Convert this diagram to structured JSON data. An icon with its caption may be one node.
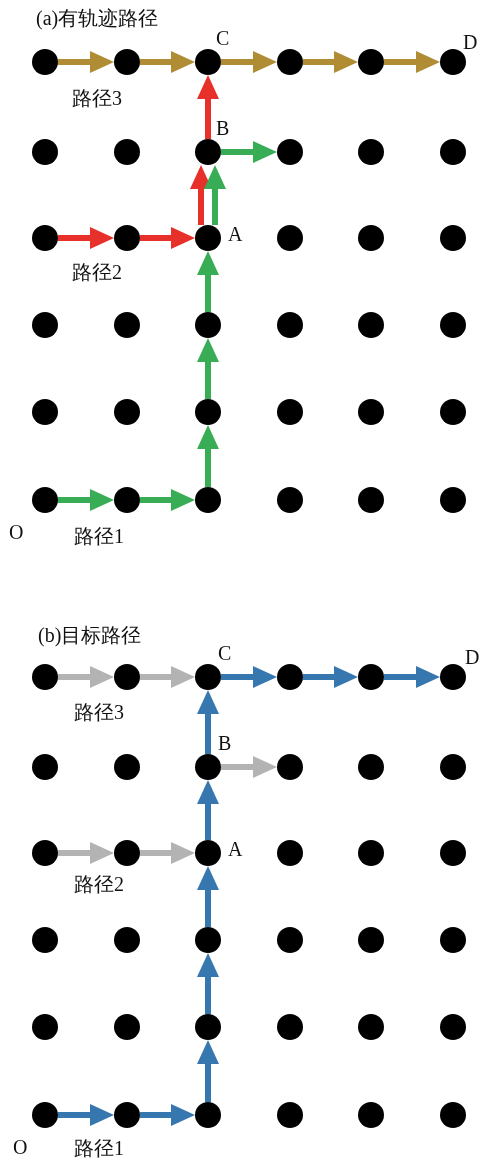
{
  "diagram": {
    "nodes": [
      {
        "text": [],
        "shape": "circle"
      },
      {
        "text": [],
        "shape": "circle"
      },
      {
        "text": [],
        "shape": "circle",
        "beside": [
          "C"
        ]
      },
      {
        "text": [],
        "shape": "circle"
      },
      {
        "text": [],
        "shape": "circle"
      },
      {
        "text": [],
        "shape": "circle",
        "beside": [
          "D"
        ]
      },
      {
        "text": [],
        "shape": "circle"
      },
      {
        "text": [],
        "shape": "circle"
      },
      {
        "text": [],
        "shape": "circle",
        "beside": [
          "B"
        ]
      },
      {
        "text": [],
        "shape": "circle"
      },
      {
        "text": [],
        "shape": "circle"
      },
      {
        "text": [],
        "shape": "circle"
      },
      {
        "text": [],
        "shape": "circle"
      },
      {
        "text": [],
        "shape": "circle"
      },
      {
        "text": [],
        "shape": "circle",
        "beside": [
          "A"
        ]
      },
      {
        "text": [],
        "shape": "circle"
      },
      {
        "text": [],
        "shape": "circle"
      },
      {
        "text": [],
        "shape": "circle"
      },
      {
        "text": [],
        "shape": "circle"
      },
      {
        "text": [],
        "shape": "circle"
      },
      {
        "text": [],
        "shape": "circle"
      },
      {
        "text": [],
        "shape": "circle"
      },
      {
        "text": [],
        "shape": "circle"
      },
      {
        "text": [],
        "shape": "circle"
      },
      {
        "text": [],
        "shape": "circle"
      },
      {
        "text": [],
        "shape": "circle"
      },
      {
        "text": [],
        "shape": "circle"
      },
      {
        "text": [],
        "shape": "circle"
      },
      {
        "text": [],
        "shape": "circle"
      },
      {
        "text": [],
        "shape": "circle"
      },
      {
        "text": [],
        "shape": "circle",
        "beside": [
          "O"
        ]
      },
      {
        "text": [],
        "shape": "circle"
      },
      {
        "text": [],
        "shape": "circle"
      },
      {
        "text": [],
        "shape": "circle"
      },
      {
        "text": [],
        "shape": "circle"
      },
      {
        "text": [],
        "shape": "circle"
      },
      {
        "text": [],
        "shape": "circle"
      },
      {
        "text": [],
        "shape": "circle"
      },
      {
        "text": [],
        "shape": "circle",
        "beside": [
          "C"
        ]
      },
      {
        "text": [],
        "shape": "circle"
      },
      {
        "text": [],
        "shape": "circle"
      },
      {
        "text": [],
        "shape": "circle",
        "beside": [
          "D"
        ]
      },
      {
        "text": [],
        "shape": "circle"
      },
      {
        "text": [],
        "shape": "circle"
      },
      {
        "text": [],
        "shape": "circle",
        "beside": [
          "B"
        ]
      },
      {
        "text": [],
        "shape": "circle"
      },
      {
        "text": [],
        "shape": "circle"
      },
      {
        "text": [],
        "shape": "circle"
      },
      {
        "text": [],
        "shape": "circle"
      },
      {
        "text": [],
        "shape": "circle"
      },
      {
        "text": [],
        "shape": "circle",
        "beside": [
          "A"
        ]
      },
      {
        "text": [],
        "shape": "circle"
      },
      {
        "text": [],
        "shape": "circle"
      },
      {
        "text": [],
        "shape": "circle"
      },
      {
        "text": [],
        "shape": "circle"
      },
      {
        "text": [],
        "shape": "circle"
      },
      {
        "text": [],
        "shape": "circle"
      },
      {
        "text": [],
        "shape": "circle"
      },
      {
        "text": [],
        "shape": "circle"
      },
      {
        "text": [],
        "shape": "circle"
      },
      {
        "text": [],
        "shape": "circle"
      },
      {
        "text": [],
        "shape": "circle"
      },
      {
        "text": [],
        "shape": "circle"
      },
      {
        "text": [],
        "shape": "circle"
      },
      {
        "text": [],
        "shape": "circle"
      },
      {
        "text": [],
        "shape": "circle"
      },
      {
        "text": [],
        "shape": "circle",
        "beside": [
          "O"
        ]
      },
      {
        "text": [],
        "shape": "circle"
      },
      {
        "text": [],
        "shape": "circle"
      },
      {
        "text": [],
        "shape": "circle"
      },
      {
        "text": [],
        "shape": "circle"
      },
      {
        "text": [],
        "shape": "circle"
      }
    ],
    "edges": [
      {
        "from": 0,
        "to": 1,
        "arrow": "to",
        "color": "#b08d35"
      },
      {
        "from": 1,
        "to": 2,
        "arrow": "to",
        "color": "#b08d35"
      },
      {
        "from": 2,
        "to": 3,
        "arrow": "to",
        "color": "#b08d35"
      },
      {
        "from": 3,
        "to": 4,
        "arrow": "to",
        "color": "#b08d35"
      },
      {
        "from": 4,
        "to": 5,
        "arrow": "to",
        "color": "#b08d35"
      },
      {
        "from": 12,
        "to": 13,
        "arrow": "to",
        "color": "#e8302a"
      },
      {
        "from": 13,
        "to": 14,
        "arrow": "to",
        "color": "#e8302a"
      },
      {
        "from": 14,
        "to": 8,
        "arrow": "to",
        "color": "#e8302a"
      },
      {
        "from": 8,
        "to": 2,
        "arrow": "to",
        "color": "#e8302a"
      },
      {
        "from": 30,
        "to": 31,
        "arrow": "to",
        "color": "#38ad55"
      },
      {
        "from": 31,
        "to": 32,
        "arrow": "to",
        "color": "#38ad55"
      },
      {
        "from": 32,
        "to": 26,
        "arrow": "to",
        "color": "#38ad55"
      },
      {
        "from": 26,
        "to": 20,
        "arrow": "to",
        "color": "#38ad55"
      },
      {
        "from": 20,
        "to": 14,
        "arrow": "to",
        "color": "#38ad55"
      },
      {
        "from": 14,
        "to": 8,
        "arrow": "to",
        "color": "#38ad55"
      },
      {
        "from": 8,
        "to": 9,
        "arrow": "to",
        "color": "#38ad55"
      },
      {
        "from": 36,
        "to": 37,
        "arrow": "to",
        "color": "#b3b3b3"
      },
      {
        "from": 37,
        "to": 38,
        "arrow": "to",
        "color": "#b3b3b3"
      },
      {
        "from": 48,
        "to": 49,
        "arrow": "to",
        "color": "#b3b3b3"
      },
      {
        "from": 49,
        "to": 50,
        "arrow": "to",
        "color": "#b3b3b3"
      },
      {
        "from": 44,
        "to": 45,
        "arrow": "to",
        "color": "#b3b3b3"
      },
      {
        "from": 66,
        "to": 67,
        "arrow": "to",
        "color": "#3777b0"
      },
      {
        "from": 67,
        "to": 68,
        "arrow": "to",
        "color": "#3777b0"
      },
      {
        "from": 68,
        "to": 62,
        "arrow": "to",
        "color": "#3777b0"
      },
      {
        "from": 62,
        "to": 56,
        "arrow": "to",
        "color": "#3777b0"
      },
      {
        "from": 56,
        "to": 50,
        "arrow": "to",
        "color": "#3777b0"
      },
      {
        "from": 50,
        "to": 44,
        "arrow": "to",
        "color": "#3777b0"
      },
      {
        "from": 44,
        "to": 38,
        "arrow": "to",
        "color": "#3777b0"
      },
      {
        "from": 38,
        "to": 39,
        "arrow": "to",
        "color": "#3777b0"
      },
      {
        "from": 39,
        "to": 40,
        "arrow": "to",
        "color": "#3777b0"
      },
      {
        "from": 40,
        "to": 41,
        "arrow": "to",
        "color": "#3777b0"
      }
    ],
    "labels": [
      "(a)有轨迹路径",
      "路径3",
      "路径2",
      "路径1",
      "(b)目标路径",
      "路径3",
      "路径2",
      "路径1"
    ]
  }
}
